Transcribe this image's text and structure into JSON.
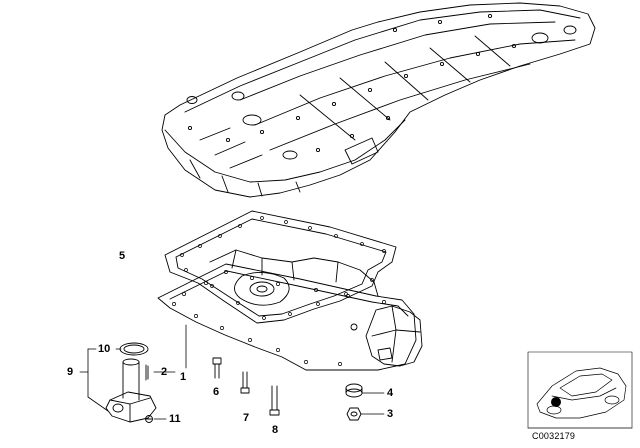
{
  "labels": {
    "l1": "1",
    "l2": "2",
    "l3": "3",
    "l4": "4",
    "l5": "5",
    "l6": "6",
    "l7": "7",
    "l8": "8",
    "l9": "9",
    "l10": "10",
    "l11": "11"
  },
  "doc_id": "C0032179"
}
